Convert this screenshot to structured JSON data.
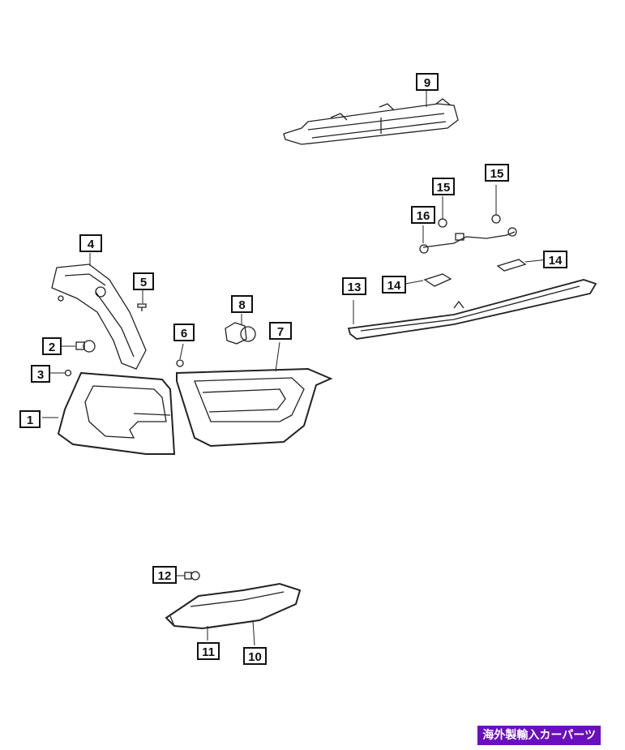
{
  "callouts": {
    "c1": "1",
    "c2": "2",
    "c3": "3",
    "c4": "4",
    "c5": "5",
    "c6": "6",
    "c7": "7",
    "c8": "8",
    "c9": "9",
    "c10": "10",
    "c11": "11",
    "c12": "12",
    "c13": "13",
    "c14a": "14",
    "c14b": "14",
    "c15a": "15",
    "c15b": "15",
    "c16": "16"
  },
  "watermark": "海外製輸入カーパーツ",
  "colors": {
    "line": "#222222",
    "badge": "#6a0fc0"
  }
}
